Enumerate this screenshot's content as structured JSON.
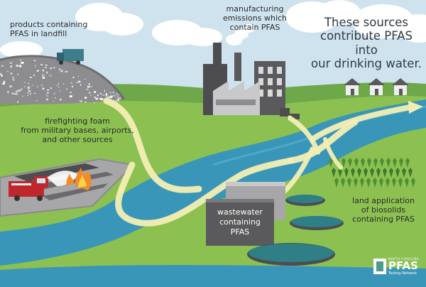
{
  "labels": {
    "landfill": [
      "products containing",
      "PFAS in landfill"
    ],
    "manufacturing": [
      "manufacturing",
      "emissions which",
      "contain PFAS"
    ],
    "headline": [
      "These sources",
      "contribute PFAS into",
      "our drinking water."
    ],
    "firefighting": [
      "firefighting foam",
      "from military bases, airports,",
      "and other sources"
    ],
    "wastewater": [
      "wastewater",
      "containing",
      "PFAS"
    ],
    "biosolids": [
      "land application",
      "of biosolids",
      "containing PFAS"
    ]
  },
  "logo": {
    "top": "NORTH CAROLINA",
    "name": "PFAS",
    "bottom": "Testing Network"
  },
  "colors": {
    "sky": "#cfe3ee",
    "grass": "#8cc152",
    "river": "#3a96b8",
    "flow_arrow": "#f3eeb4",
    "building": "#4d4d4f",
    "logo_teal": "#4f9a8a"
  }
}
